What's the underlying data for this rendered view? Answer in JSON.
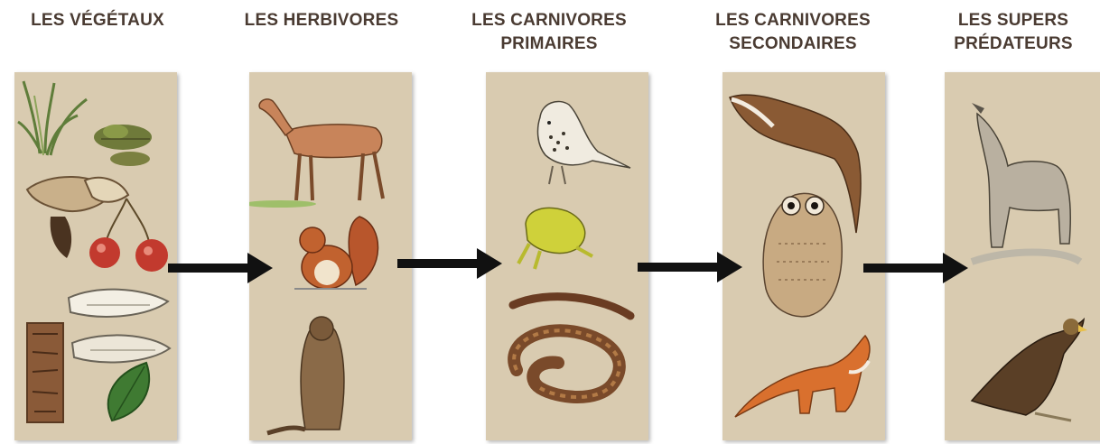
{
  "stages": [
    {
      "label": "LES VÉGÉTAUX",
      "items": [
        "grass",
        "moss",
        "chestnut-husk",
        "red-berries",
        "bark",
        "fungi",
        "leaf"
      ]
    },
    {
      "label": "LES HERBIVORES",
      "items": [
        "deer",
        "squirrel",
        "marmot"
      ]
    },
    {
      "label": "LES CARNIVORES\nPRIMAIRES",
      "items": [
        "thrush",
        "frog",
        "snake"
      ]
    },
    {
      "label": "LES CARNIVORES\nSECONDAIRES",
      "items": [
        "weasel",
        "owl",
        "fox"
      ]
    },
    {
      "label": "LES SUPERS\nPRÉDATEURS",
      "items": [
        "wolf",
        "eagle"
      ]
    }
  ],
  "colors": {
    "title": "#4a3b32",
    "panel": "#d9cbb0",
    "arrow": "#111111"
  }
}
